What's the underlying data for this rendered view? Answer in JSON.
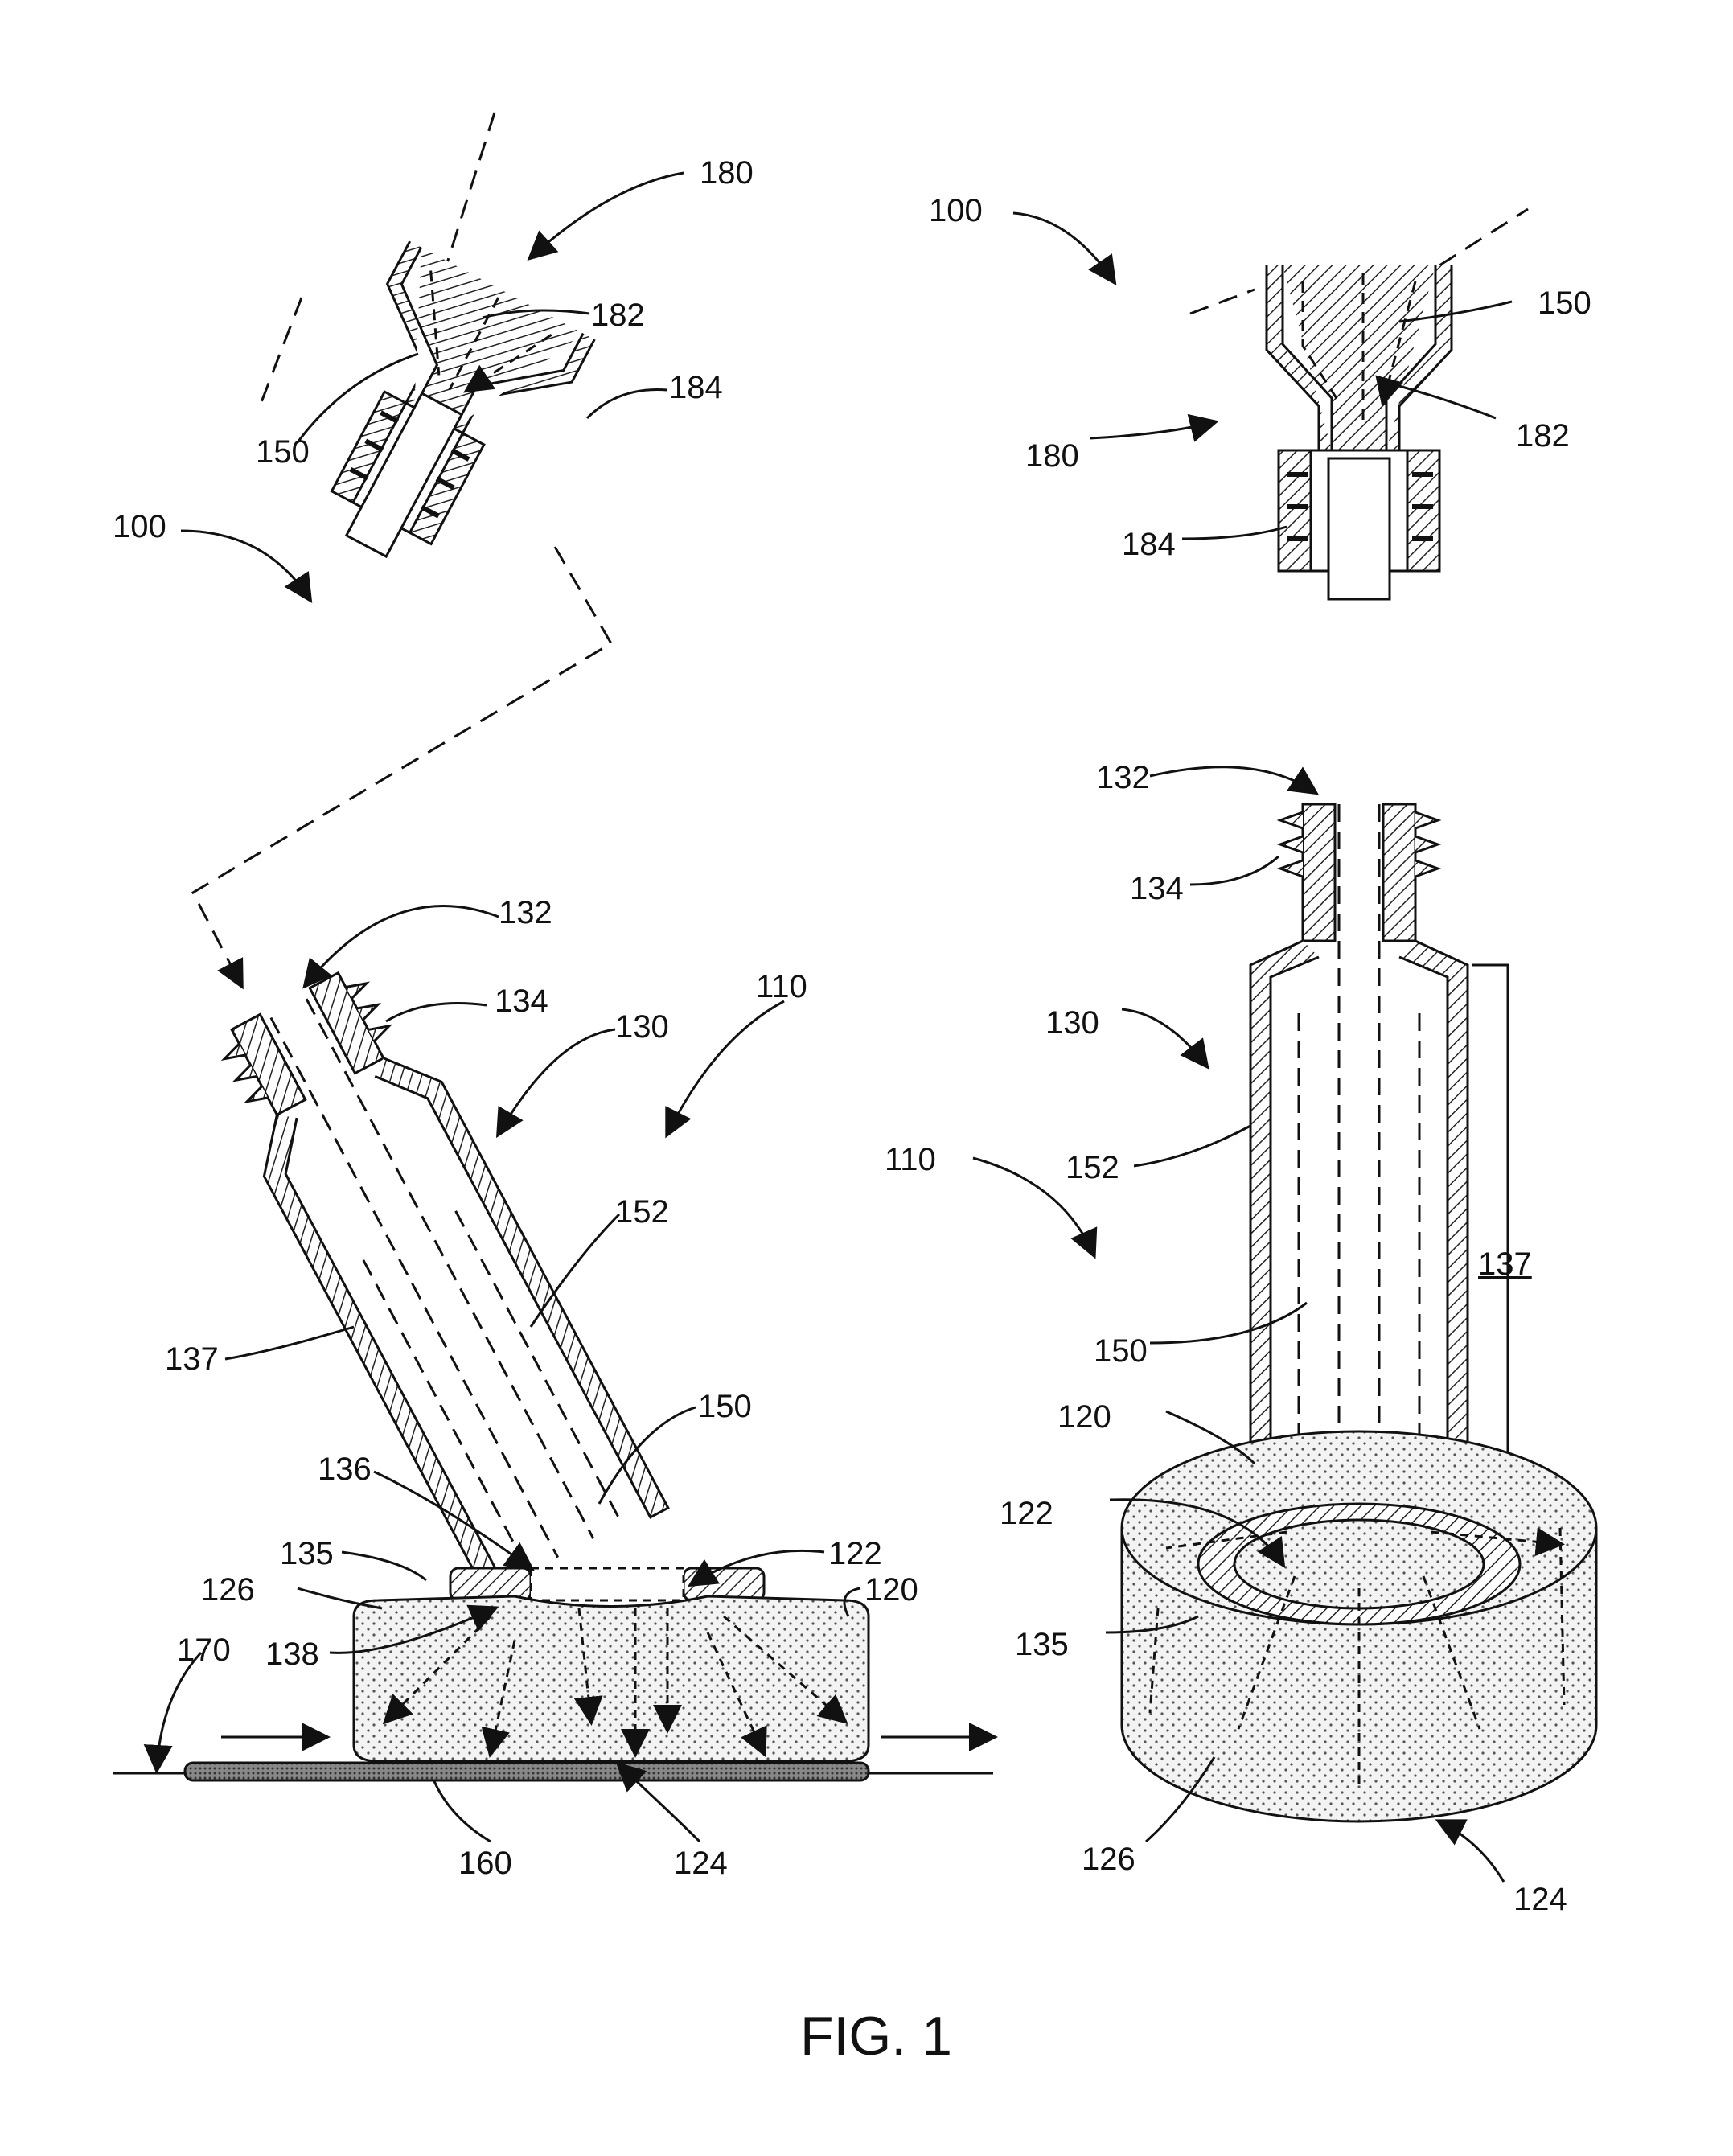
{
  "figure": {
    "caption": "FIG. 1",
    "left_view": {
      "labels": {
        "l100": "100",
        "l180": "180",
        "l182": "182",
        "l184": "184",
        "l150a": "150",
        "l132": "132",
        "l134": "134",
        "l130": "130",
        "l110": "110",
        "l152": "152",
        "l137": "137",
        "l150b": "150",
        "l136": "136",
        "l135": "135",
        "l122": "122",
        "l126": "126",
        "l120": "120",
        "l138": "138",
        "l170": "170",
        "l160": "160",
        "l124": "124"
      }
    },
    "right_view": {
      "labels": {
        "l100": "100",
        "l150a": "150",
        "l182": "182",
        "l180": "180",
        "l184": "184",
        "l132": "132",
        "l134": "134",
        "l130": "130",
        "l152": "152",
        "l110": "110",
        "l137": "137",
        "l150b": "150",
        "l120": "120",
        "l122": "122",
        "l135": "135",
        "l126": "126",
        "l124": "124"
      }
    },
    "colors": {
      "ink": "#111111",
      "hatch": "#222222",
      "foam": "#f2f2f2",
      "surface": "#777777"
    }
  }
}
